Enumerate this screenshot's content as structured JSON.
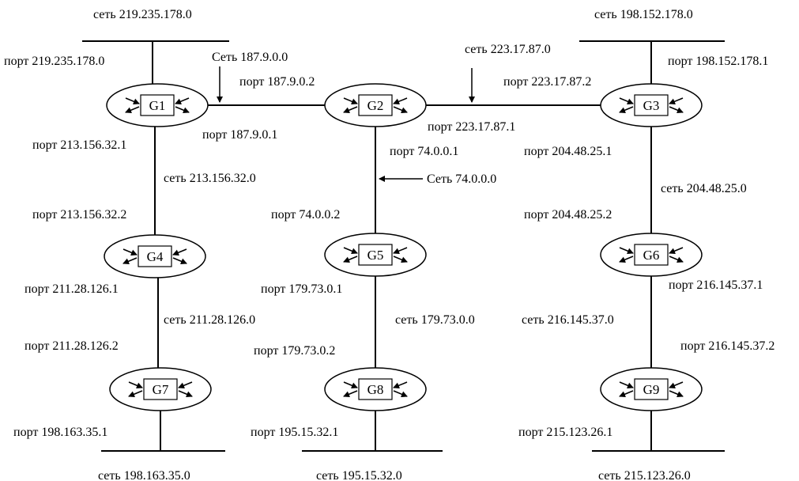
{
  "routers": [
    {
      "id": "G1",
      "label": "G1"
    },
    {
      "id": "G2",
      "label": "G2"
    },
    {
      "id": "G3",
      "label": "G3"
    },
    {
      "id": "G4",
      "label": "G4"
    },
    {
      "id": "G5",
      "label": "G5"
    },
    {
      "id": "G6",
      "label": "G6"
    },
    {
      "id": "G7",
      "label": "G7"
    },
    {
      "id": "G8",
      "label": "G8"
    },
    {
      "id": "G9",
      "label": "G9"
    }
  ],
  "networks": {
    "n1": "сеть 219.235.178.0",
    "n2": "Сеть 187.9.0.0",
    "n3": "сеть 223.17.87.0",
    "n4": "сеть 198.152.178.0",
    "n5": "сеть 213.156.32.0",
    "n6": "Сеть 74.0.0.0",
    "n7": "сеть 204.48.25.0",
    "n8": "сеть 211.28.126.0",
    "n9": "сеть 179.73.0.0",
    "n10": "сеть 216.145.37.0",
    "n11": "сеть 198.163.35.0",
    "n12": "сеть 195.15.32.0",
    "n13": "сеть 215.123.26.0"
  },
  "ports": {
    "p1": "порт 219.235.178.0",
    "p2": "порт 187.9.0.2",
    "p3": "порт 223.17.87.2",
    "p4": "порт 198.152.178.1",
    "p5": "порт 187.9.0.1",
    "p6": "порт 223.17.87.1",
    "p7": "порт 213.156.32.1",
    "p8": "порт 74.0.0.1",
    "p9": "порт 204.48.25.1",
    "p10": "порт 213.156.32.2",
    "p11": "порт 74.0.0.2",
    "p12": "порт 204.48.25.2",
    "p13": "порт 211.28.126.1",
    "p14": "порт 179.73.0.1",
    "p15": "порт 216.145.37.1",
    "p16": "порт 211.28.126.2",
    "p17": "порт 179.73.0.2",
    "p18": "порт 216.145.37.2",
    "p19": "порт 198.163.35.1",
    "p20": "порт  195.15.32.1",
    "p21": "порт 215.123.26.1"
  }
}
